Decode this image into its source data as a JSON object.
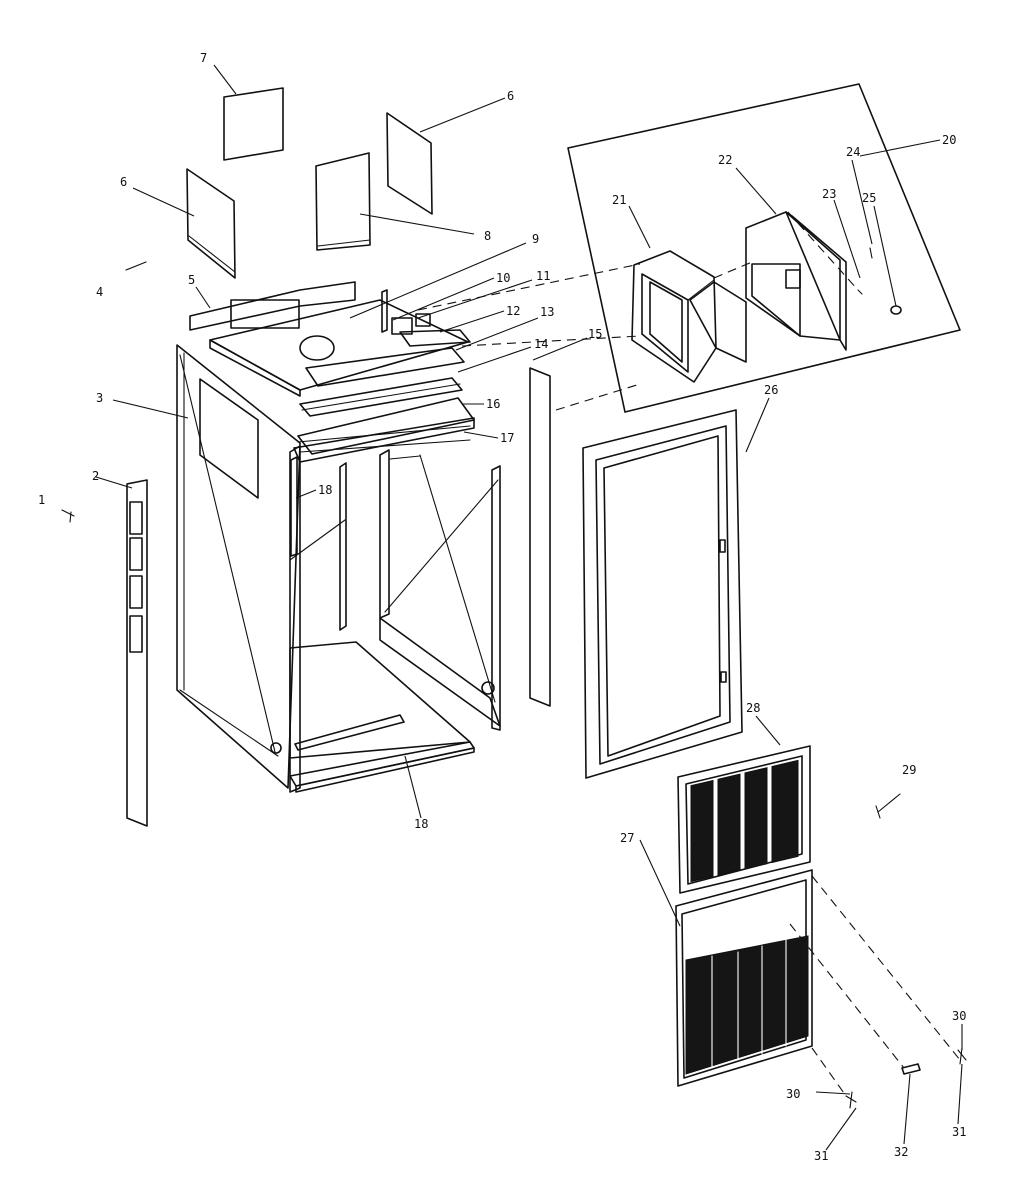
{
  "callouts": {
    "c1": "1",
    "c2": "2",
    "c3": "3",
    "c4": "4",
    "c5": "5",
    "c6a": "6",
    "c6b": "6",
    "c7": "7",
    "c8": "8",
    "c9": "9",
    "c10": "10",
    "c11": "11",
    "c12": "12",
    "c13": "13",
    "c14": "14",
    "c15": "15",
    "c16": "16",
    "c17": "17",
    "c18a": "18",
    "c18b": "18",
    "c20": "20",
    "c21": "21",
    "c22": "22",
    "c23": "23",
    "c24": "24",
    "c25": "25",
    "c26": "26",
    "c27": "27",
    "c28": "28",
    "c29": "29",
    "c30a": "30",
    "c30b": "30",
    "c31a": "31",
    "c31b": "31",
    "c32": "32"
  }
}
